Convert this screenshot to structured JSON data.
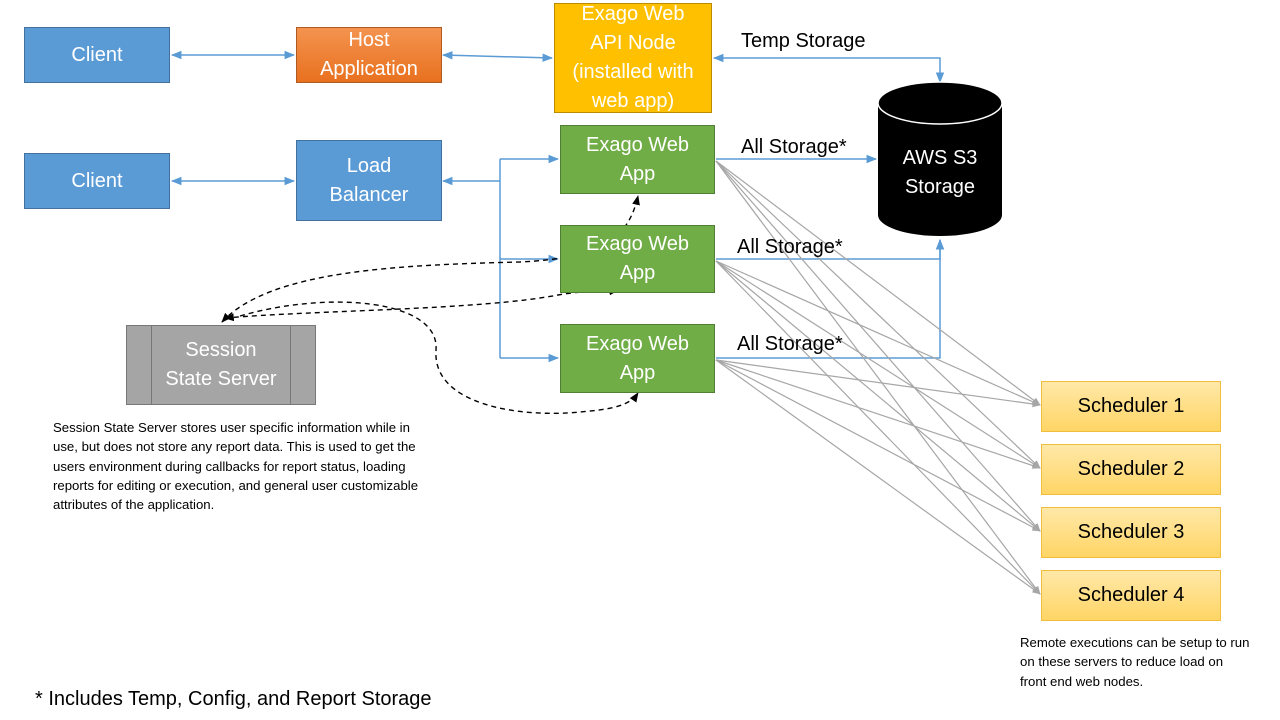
{
  "nodes": {
    "client_top": "Client",
    "host_application": "Host\nApplication",
    "api_node": "Exago Web\nAPI Node\n(installed with\nweb app)",
    "client_bottom": "Client",
    "load_balancer": "Load\nBalancer",
    "web_app_1": "Exago Web\nApp",
    "web_app_2": "Exago Web\nApp",
    "web_app_3": "Exago Web\nApp",
    "aws_storage": "AWS S3\nStorage",
    "session_state_server": "Session\nState Server",
    "scheduler_1": "Scheduler 1",
    "scheduler_2": "Scheduler 2",
    "scheduler_3": "Scheduler 3",
    "scheduler_4": "Scheduler 4"
  },
  "edge_labels": {
    "temp_storage": "Temp Storage",
    "all_storage_1": "All Storage*",
    "all_storage_2": "All Storage*",
    "all_storage_3": "All Storage*"
  },
  "notes": {
    "session_state": "Session State Server stores user specific information while in use, but does not store any report data.  This is used to get the users environment during callbacks for report status, loading reports for editing or execution, and general user customizable attributes of the application.",
    "remote_exec": "Remote executions can be setup to run on these servers to reduce load on front end web nodes.",
    "footnote": "* Includes Temp, Config, and Report Storage"
  },
  "colors": {
    "client": "#5b9bd5",
    "host_application": "#ed7d31",
    "api_node": "#ffc000",
    "web_app": "#70ad47",
    "session_state_server": "#a5a5a5",
    "storage": "#000000",
    "scheduler": "#ffd966",
    "connector_blue": "#5b9bd5",
    "connector_grey": "#a6a6a6"
  }
}
